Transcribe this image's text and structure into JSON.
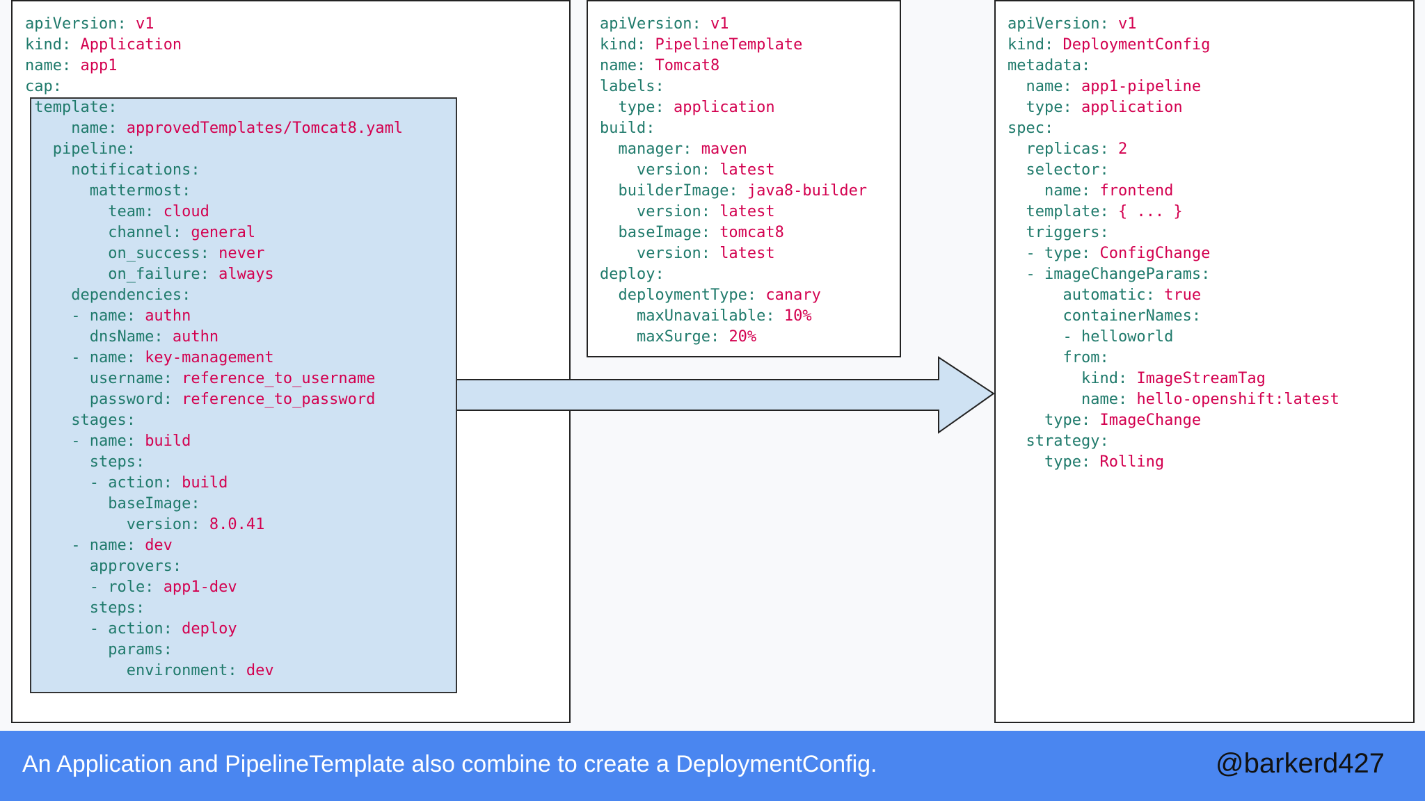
{
  "caption": "An Application and PipelineTemplate also combine to create a DeploymentConfig.",
  "handle": "@barkerd427",
  "colors": {
    "key": "#1f7a6b",
    "value": "#d3004f",
    "cap_fill": "#cfe2f3",
    "arrow_fill": "#cfe2f3",
    "caption_bar": "#4a86f0"
  },
  "panels": {
    "application": {
      "lines": [
        [
          "apiVersion: ",
          "v1"
        ],
        [
          "kind: ",
          "Application"
        ],
        [
          "name: ",
          "app1"
        ],
        [
          "cap:",
          ""
        ],
        [
          " template:",
          ""
        ],
        [
          "     name: ",
          "approvedTemplates/Tomcat8.yaml"
        ],
        [
          "   pipeline:",
          ""
        ],
        [
          "     notifications:",
          ""
        ],
        [
          "       mattermost:",
          ""
        ],
        [
          "         team: ",
          "cloud"
        ],
        [
          "         channel: ",
          "general"
        ],
        [
          "         on_success: ",
          "never"
        ],
        [
          "         on_failure: ",
          "always"
        ],
        [
          "     dependencies:",
          ""
        ],
        [
          "     - name: ",
          "authn"
        ],
        [
          "       dnsName: ",
          "authn"
        ],
        [
          "     - name: ",
          "key-management"
        ],
        [
          "       username: ",
          "reference_to_username"
        ],
        [
          "       password: ",
          "reference_to_password"
        ],
        [
          "     stages:",
          ""
        ],
        [
          "     - name: ",
          "build"
        ],
        [
          "       steps:",
          ""
        ],
        [
          "       - action: ",
          "build"
        ],
        [
          "         baseImage:",
          ""
        ],
        [
          "           version: ",
          "8.0.41"
        ],
        [
          "     - name: ",
          "dev"
        ],
        [
          "       approvers:",
          ""
        ],
        [
          "       - role: ",
          "app1-dev"
        ],
        [
          "       steps:",
          ""
        ],
        [
          "       - action: ",
          "deploy"
        ],
        [
          "         params:",
          ""
        ],
        [
          "           environment: ",
          "dev"
        ]
      ]
    },
    "pipeline_template": {
      "lines": [
        [
          "apiVersion: ",
          "v1"
        ],
        [
          "kind: ",
          "PipelineTemplate"
        ],
        [
          "name: ",
          "Tomcat8"
        ],
        [
          "labels:",
          ""
        ],
        [
          "  type: ",
          "application"
        ],
        [
          "build:",
          ""
        ],
        [
          "  manager: ",
          "maven"
        ],
        [
          "    version: ",
          "latest"
        ],
        [
          "  builderImage: ",
          "java8-builder"
        ],
        [
          "    version: ",
          "latest"
        ],
        [
          "  baseImage: ",
          "tomcat8"
        ],
        [
          "    version: ",
          "latest"
        ],
        [
          "deploy:",
          ""
        ],
        [
          "  deploymentType: ",
          "canary"
        ],
        [
          "    maxUnavailable: ",
          "10%"
        ],
        [
          "    maxSurge: ",
          "20%"
        ]
      ]
    },
    "deployment_config": {
      "lines": [
        [
          "apiVersion: ",
          "v1"
        ],
        [
          "kind: ",
          "DeploymentConfig"
        ],
        [
          "metadata:",
          ""
        ],
        [
          "  name: ",
          "app1-pipeline"
        ],
        [
          "  type: ",
          "application"
        ],
        [
          "spec:",
          ""
        ],
        [
          "  replicas: ",
          "2"
        ],
        [
          "  selector:",
          ""
        ],
        [
          "    name: ",
          "frontend"
        ],
        [
          "  template: ",
          "{ ... }"
        ],
        [
          "  triggers:",
          ""
        ],
        [
          "  - type: ",
          "ConfigChange"
        ],
        [
          "  - imageChangeParams:",
          ""
        ],
        [
          "      automatic: ",
          "true"
        ],
        [
          "      containerNames:",
          ""
        ],
        [
          "      - helloworld",
          ""
        ],
        [
          "      from:",
          ""
        ],
        [
          "        kind: ",
          "ImageStreamTag"
        ],
        [
          "        name: ",
          "hello-openshift:latest"
        ],
        [
          "    type: ",
          "ImageChange"
        ],
        [
          "  strategy:",
          ""
        ],
        [
          "    type: ",
          "Rolling"
        ]
      ]
    }
  }
}
